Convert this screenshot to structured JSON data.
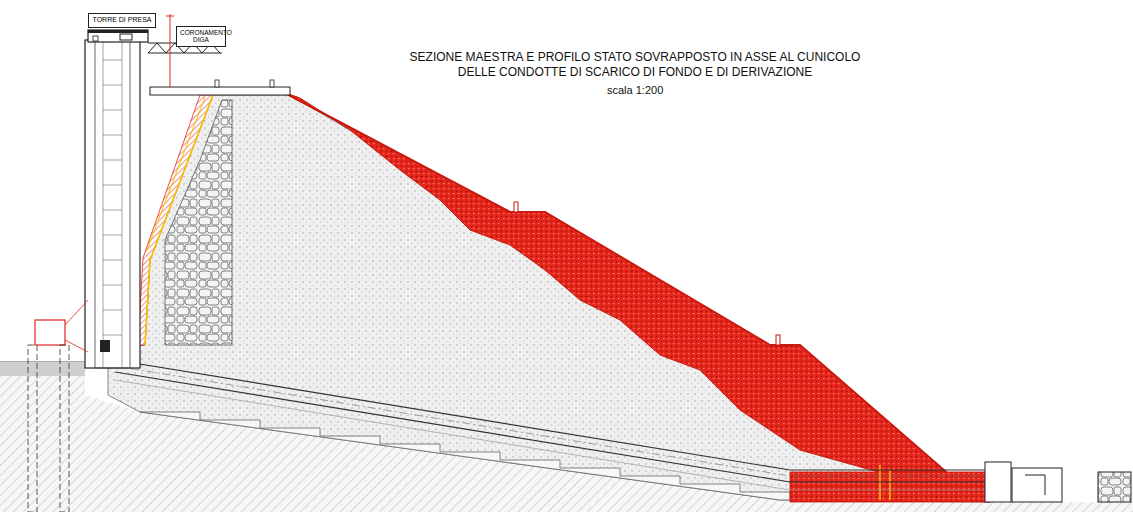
{
  "diagram": {
    "title": "SEZIONE MAESTRA E PROFILO STATO SOVRAPPOSTO IN ASSE AL CUNICOLO DELLE CONDOTTE DI SCARICO DI FONDO E DI DERIVAZIONE",
    "nodes": [
      {
        "text": [
          "TORRE DI PRESA"
        ]
      },
      {
        "text": [
          "CORONAMENTO DIGA"
        ]
      }
    ],
    "labels": [
      "scala 1:200"
    ]
  }
}
